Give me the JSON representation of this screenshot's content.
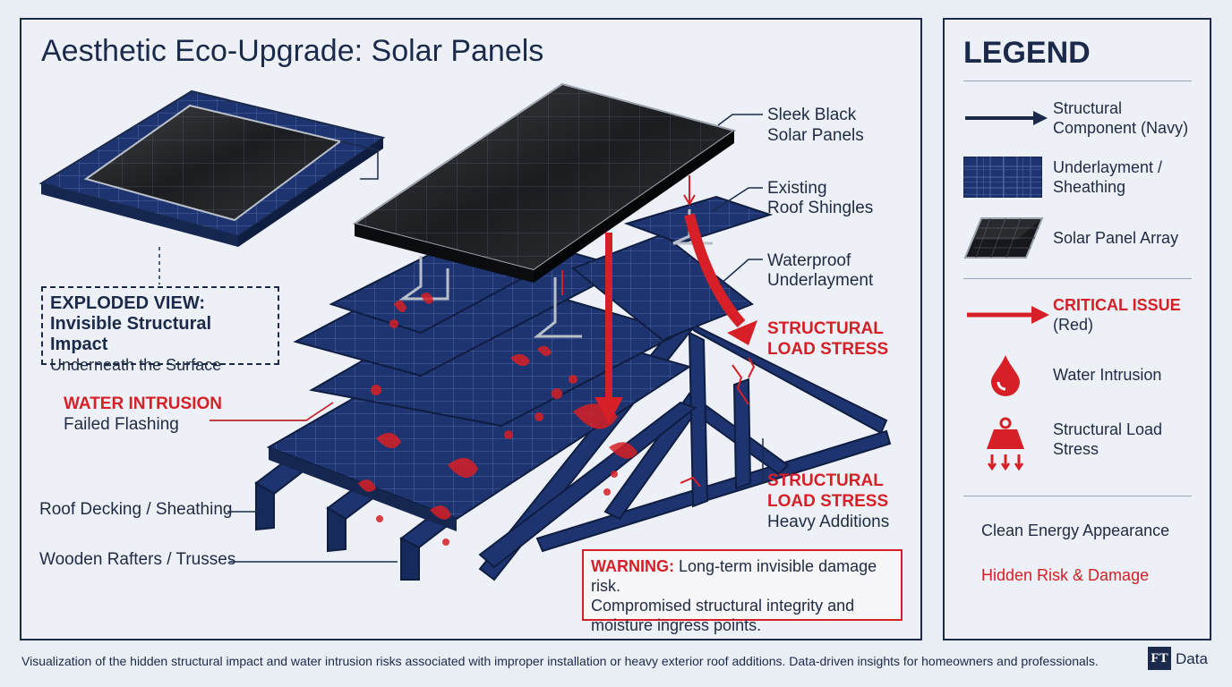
{
  "title": "Aesthetic Eco-Upgrade: Solar Panels",
  "exploded_view": {
    "line1": "EXPLODED VIEW:",
    "line2": "Invisible Structural Impact",
    "line3": "Underneath the Surface"
  },
  "labels": {
    "panels_1": "Sleek Black",
    "panels_2": "Solar Panels",
    "shingles_1": "Existing",
    "shingles_2": "Roof Shingles",
    "underlay_1": "Waterproof",
    "underlay_2": "Underlayment",
    "load_top_1": "STRUCTURAL",
    "load_top_2": "LOAD STRESS",
    "water_title": "WATER INTRUSION",
    "water_sub": "Failed Flashing",
    "load_mid_1": "STRUCTURAL",
    "load_mid_2": "LOAD STRESS",
    "load_mid_3": "Heavy Additions",
    "decking": "Roof Decking / Sheathing",
    "rafters": "Wooden Rafters / Trusses"
  },
  "warning": {
    "prefix": "WARNING:",
    "text1": " Long-term invisible damage risk.",
    "text2": "Compromised structural integrity and",
    "text3": "moisture ingress points."
  },
  "legend": {
    "title": "LEGEND",
    "structural_1": "Structural",
    "structural_2": "Component (Navy)",
    "underlay_1": "Underlayment /",
    "underlay_2": "Sheathing",
    "solar": "Solar Panel Array",
    "critical_1": "CRITICAL ISSUE",
    "critical_2": "(Red)",
    "water": "Water Intrusion",
    "load_1": "Structural Load",
    "load_2": "Stress",
    "clean": "Clean Energy Appearance",
    "hidden": "Hidden Risk & Damage"
  },
  "colors": {
    "navy": "#1b2a4a",
    "blue": "#1e3470",
    "red": "#d61f26",
    "panel_black": "#121316"
  },
  "caption": "Visualization of the hidden structural impact and water intrusion risks associated with improper installation or heavy exterior roof additions. Data-driven insights for homeowners and professionals.",
  "brand": {
    "badge": "FT",
    "label": "Data"
  }
}
